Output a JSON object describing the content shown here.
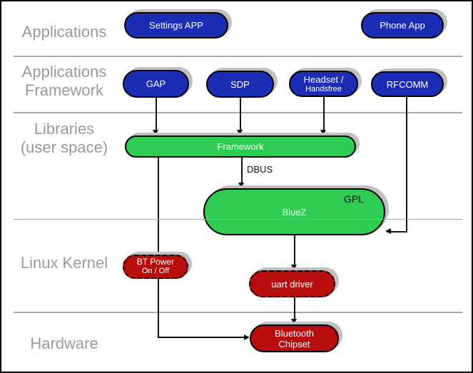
{
  "diagram": {
    "layers": {
      "applications": {
        "label": "Applications"
      },
      "applications_framework": {
        "line1": "Applications",
        "line2": "Framework"
      },
      "libraries": {
        "line1": "Libraries",
        "line2": "(user space)"
      },
      "linux_kernel": {
        "label": "Linux Kernel"
      },
      "hardware": {
        "label": "Hardware"
      }
    },
    "nodes": {
      "settings_app": {
        "label": "Settings APP"
      },
      "phone_app": {
        "label": "Phone App"
      },
      "gap": {
        "label": "GAP"
      },
      "sdp": {
        "label": "SDP"
      },
      "headset": {
        "line1": "Headset /",
        "line2": "Handsfree"
      },
      "rfcomm": {
        "label": "RFCOMM"
      },
      "framework": {
        "label": "Framework"
      },
      "bluez": {
        "label": "BlueZ",
        "license_tag": "GPL"
      },
      "bt_power": {
        "line1": "BT Power",
        "line2": "On / Off"
      },
      "uart_driver": {
        "label": "uart driver"
      },
      "bluetooth_chipset": {
        "line1": "Bluetooth",
        "line2": "Chipset"
      }
    },
    "edge_labels": {
      "dbus": "DBUS"
    },
    "colors": {
      "app_node_blue": "#1b2db4",
      "library_node_green": "#2ecc52",
      "kernel_node_red": "#b70d0d",
      "node_text": "#ffffff",
      "layer_label_gray": "#9a9a9a",
      "divider_gray": "#a9a9a9",
      "shadow_gray": "#c0c0c0",
      "edge_black": "#111111"
    }
  }
}
